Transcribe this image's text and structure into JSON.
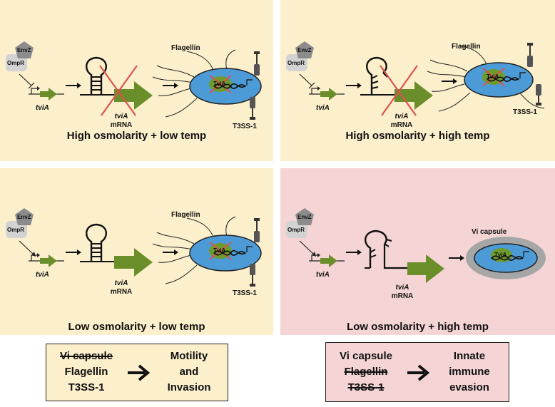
{
  "colors": {
    "cream": "#fcefcc",
    "pink": "#f4d4d4",
    "arrow_green": "#6a8f2a",
    "cell_blue": "#4d9bd6",
    "tvia_green": "#6e9a2e",
    "repress_red": "#d9534f",
    "capsule_gray": "#a6a6a6",
    "pentagon_gray": "#8c8c8c"
  },
  "panels": [
    {
      "caption": "High osmolarity + low temp",
      "ompr": "OmpR",
      "envz": "EnvZ",
      "gene": "tviA",
      "mrna_gene": "tviA",
      "mrna": "mRNA",
      "flagellin": "Flagellin",
      "t3ss": "T3SS-1",
      "protein": "TviA"
    },
    {
      "caption": "High osmolarity + high temp",
      "ompr": "OmpR",
      "envz": "EnvZ",
      "gene": "tviA",
      "mrna_gene": "tviA",
      "mrna": "mRNA",
      "flagellin": "Flagellin",
      "t3ss": "T3SS-1",
      "protein": "TviA"
    },
    {
      "caption": "Low osmolarity + low temp",
      "ompr": "OmpR",
      "envz": "EnvZ",
      "gene": "tviA",
      "mrna_gene": "tviA",
      "mrna": "mRNA",
      "flagellin": "Flagellin",
      "t3ss": "T3SS-1",
      "protein": "TviA"
    },
    {
      "caption": "Low osmolarity + high temp",
      "ompr": "OmpR",
      "envz": "EnvZ",
      "gene": "tviA",
      "mrna_gene": "tviA",
      "mrna": "mRNA",
      "capsule": "Vi capsule",
      "protein": "TviA"
    }
  ],
  "summaries": [
    {
      "inputs": [
        "Vi capsule",
        "Flagellin",
        "T3SS-1"
      ],
      "struck": [
        true,
        false,
        false
      ],
      "outcome": [
        "Motility",
        "and",
        "Invasion"
      ]
    },
    {
      "inputs": [
        "Vi capsule",
        "Flagellin",
        "T3SS-1"
      ],
      "struck": [
        false,
        true,
        true
      ],
      "outcome": [
        "Innate",
        "immune",
        "evasion"
      ]
    }
  ]
}
